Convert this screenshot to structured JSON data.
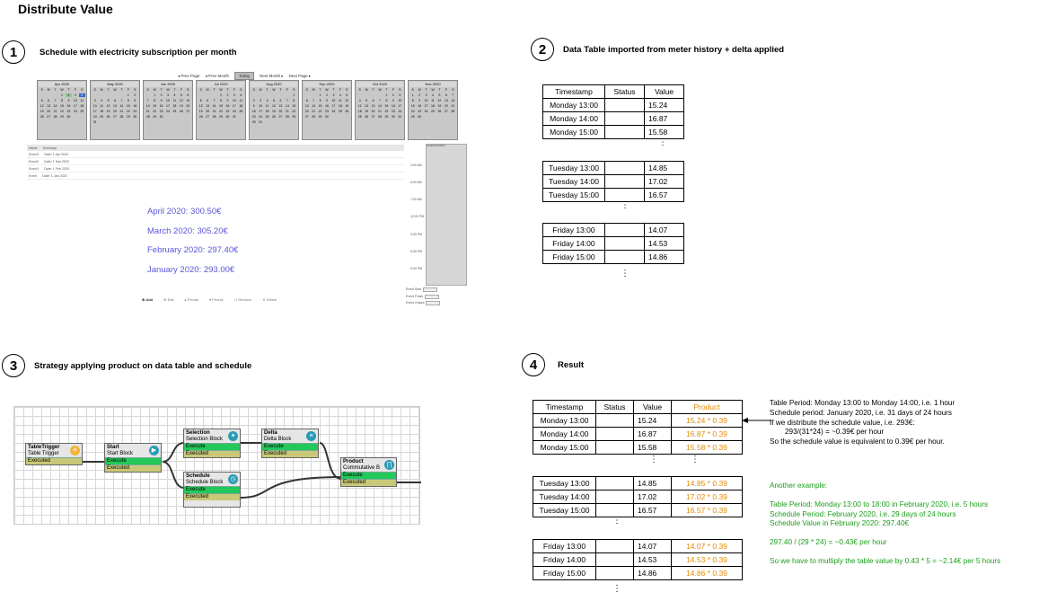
{
  "page": {
    "title": "Distribute Value"
  },
  "steps": [
    {
      "num": "1",
      "title": "Schedule with electricity subscription per month"
    },
    {
      "num": "2",
      "title": "Data Table imported from meter history + delta applied"
    },
    {
      "num": "3",
      "title": "Strategy applying product on data table and schedule"
    },
    {
      "num": "4",
      "title": "Result"
    }
  ],
  "calendar": {
    "nav": [
      "Prev Page",
      "Prev Month",
      "Today",
      "Next Month",
      "Next Page"
    ],
    "weekdays": [
      "S",
      "M",
      "T",
      "W",
      "T",
      "F",
      "S"
    ],
    "months": [
      "Apr 2020",
      "May 2020",
      "Jun 2020",
      "Jul 2020",
      "Aug 2020",
      "Sep 2020",
      "Oct 2020",
      "Nov 2020"
    ],
    "events_header": [
      "Name",
      "Summary"
    ],
    "events": [
      [
        "Event3",
        "Date: 1 Apr 2020"
      ],
      [
        "Event2",
        "Date: 1 Mar 2020"
      ],
      [
        "Event1",
        "Date: 1 Feb 2020"
      ],
      [
        "Event",
        "Date: 1 Jan 2020"
      ]
    ],
    "time_labels": [
      "Unscheduled",
      "2:00 AM",
      "6:00 AM",
      "7:00 AM",
      "12:00 PM",
      "3:00 PM",
      "6:00 PM",
      "9:00 PM"
    ],
    "event_fields": [
      "Event Start",
      "Event Finish",
      "Event Output"
    ],
    "toolbar": [
      "Add",
      "Edit",
      "Priority",
      "Priority",
      "Remove",
      "Delete"
    ],
    "costs": [
      "April 2020: 300.50€",
      "March 2020: 305.20€",
      "February 2020: 297.40€",
      "January 2020: 293.00€"
    ]
  },
  "data_table": {
    "headers": [
      "Timestamp",
      "Status",
      "Value"
    ],
    "groups": [
      [
        [
          "Monday 13:00",
          "",
          "15.24"
        ],
        [
          "Monday 14:00",
          "",
          "16.87"
        ],
        [
          "Monday 15:00",
          "",
          "15.58"
        ]
      ],
      [
        [
          "Tuesday 13:00",
          "",
          "14.85"
        ],
        [
          "Tuesday 14:00",
          "",
          "17.02"
        ],
        [
          "Tuesday 15:00",
          "",
          "16.57"
        ]
      ],
      [
        [
          "Friday 13:00",
          "",
          "14.07"
        ],
        [
          "Friday 14:00",
          "",
          "14.53"
        ],
        [
          "Friday 15:00",
          "",
          "14.86"
        ]
      ]
    ]
  },
  "strategy": {
    "nodes": [
      {
        "title": "TableTrigger",
        "sub": "Table Trigger",
        "pins": [
          "Executed"
        ]
      },
      {
        "title": "Start",
        "sub": "Start Block",
        "pins": [
          "Execute",
          "Executed"
        ]
      },
      {
        "title": "Selection",
        "sub": "Selection Block",
        "pins": [
          "Execute",
          "Executed"
        ]
      },
      {
        "title": "Delta",
        "sub": "Delta Block",
        "pins": [
          "Execute",
          "Executed"
        ]
      },
      {
        "title": "Schedule",
        "sub": "Schedule Block",
        "pins": [
          "Execute",
          "Executed"
        ]
      },
      {
        "title": "Product",
        "sub": "Commutative B",
        "pins": [
          "Execute",
          "Executed"
        ]
      }
    ]
  },
  "result": {
    "headers": [
      "Timestamp",
      "Status",
      "Value",
      "Product"
    ],
    "groups": [
      [
        [
          "Monday 13:00",
          "",
          "15.24",
          "15.24 * 0.39"
        ],
        [
          "Monday 14:00",
          "",
          "16.87",
          "16.87 * 0.39"
        ],
        [
          "Monday 15:00",
          "",
          "15.58",
          "15.58 * 0.39"
        ]
      ],
      [
        [
          "Tuesday 13:00",
          "",
          "14.85",
          "14.85 * 0.39"
        ],
        [
          "Tuesday 14:00",
          "",
          "17.02",
          "17.02 * 0.39"
        ],
        [
          "Tuesday 15:00",
          "",
          "16.57",
          "16.57 * 0.39"
        ]
      ],
      [
        [
          "Friday 13:00",
          "",
          "14.07",
          "14.07 * 0.39"
        ],
        [
          "Friday 14:00",
          "",
          "14.53",
          "14.53 * 0.39"
        ],
        [
          "Friday 15:00",
          "",
          "14.86",
          "14.86 * 0.39"
        ]
      ]
    ],
    "notes_black": [
      "Table Period: Monday 13:00 to Monday 14:00, i.e. 1 hour",
      "Schedule period: January 2020, i.e. 31 days of 24 hours",
      "If we distribute the schedule value, i.e. 293€:",
      "293/(31*24) = ~0.39€ per hour",
      "So the schedule value is equivalent to 0.39€ per hour."
    ],
    "notes_green": [
      "Another example:",
      "Table Period: Monday 13:00 to 18:00 in February 2020, i.e. 5 hours",
      "Schedule Period: February 2020, i.e. 29 days of 24 hours",
      "Schedule Value in February 2020: 297.40€",
      "297.40 / (29 * 24) = ~0.43€ per hour",
      "So we have to multiply the table value by 0.43 * 5 =  ~2.14€ per 5 hours"
    ]
  },
  "colors": {
    "cost_text": "#5a55d8",
    "product_text": "#e68a00",
    "note_green": "#1a9e1a",
    "execute_pin": "#23c85a",
    "executed_pin": "#c8c878"
  }
}
